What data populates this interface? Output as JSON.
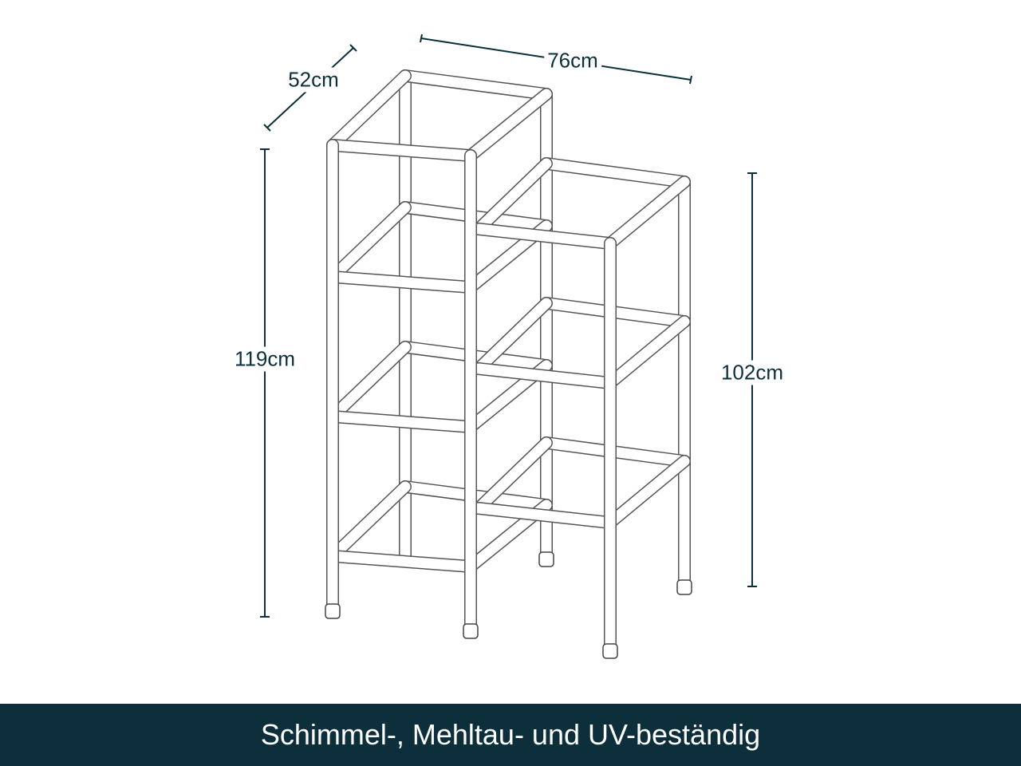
{
  "dimensions": {
    "depth": "52cm",
    "width": "76cm",
    "height_tall": "119cm",
    "height_short": "102cm"
  },
  "banner": {
    "text": "Schimmel-, Mehltau- und UV-beständig"
  },
  "colors": {
    "banner_bg": "#0c2f3b",
    "dimension_line": "#0c2f3b",
    "banner_text": "#ffffff"
  }
}
